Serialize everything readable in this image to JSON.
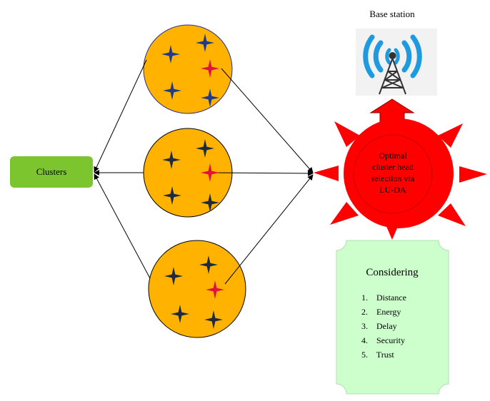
{
  "base_station": {
    "label": "Base station"
  },
  "clusters_box": {
    "label": "Clusters"
  },
  "sun": {
    "lines": [
      "Optimal",
      "cluster head",
      "selection via",
      "LU-DA"
    ]
  },
  "considering": {
    "title": "Considering",
    "items": [
      "1.    Distance",
      "2.    Energy",
      "3.    Delay",
      "4.    Security",
      "5.    Trust"
    ]
  },
  "colors": {
    "cluster_fill": "#FFB300",
    "sun_red": "#FF0000",
    "clusters_box": "#7DC52E",
    "considering_box": "#CCFFCC",
    "normal_node": "#1F3A8A",
    "dark_node": "#1F2A3C",
    "head_node": "#E0113A"
  }
}
